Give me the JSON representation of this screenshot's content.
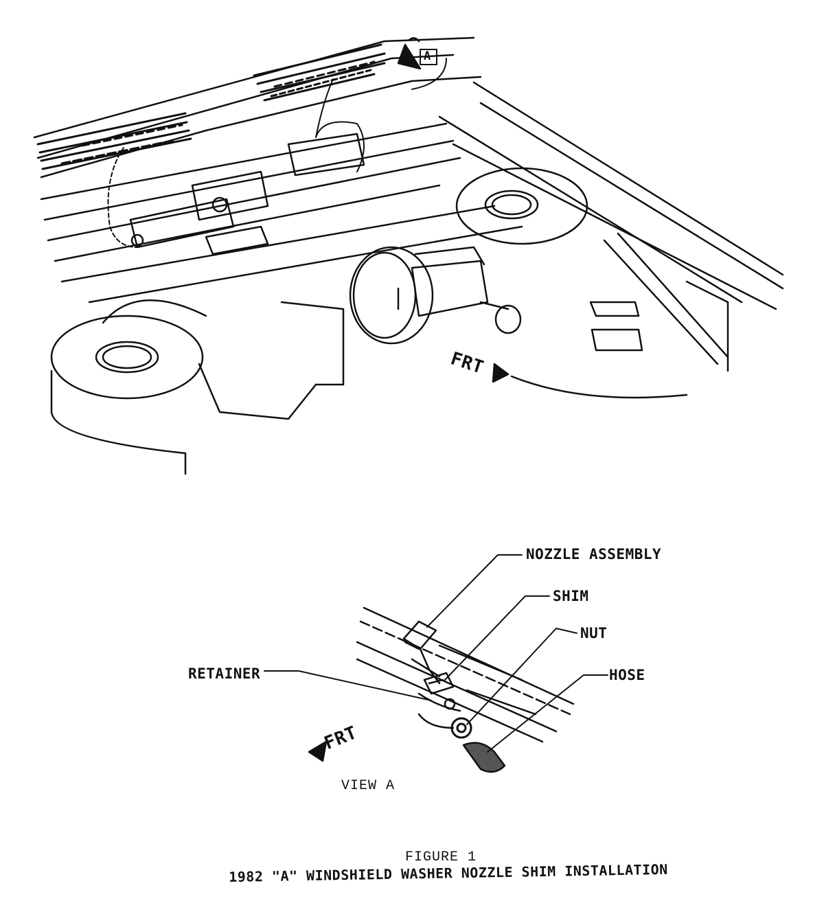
{
  "main_view": {
    "view_callout": "A",
    "front_label": "FRT"
  },
  "detail_view": {
    "labels": {
      "nozzle_assembly": "NOZZLE ASSEMBLY",
      "shim": "SHIM",
      "nut": "NUT",
      "hose": "HOSE",
      "retainer": "RETAINER"
    },
    "front_label": "FRT",
    "view_title": "VIEW A"
  },
  "caption": {
    "figure_number": "FIGURE 1",
    "title": "1982 \"A\" WINDSHIELD WASHER NOZZLE SHIM INSTALLATION"
  },
  "colors": {
    "ink": "#111111",
    "paper": "#ffffff"
  }
}
